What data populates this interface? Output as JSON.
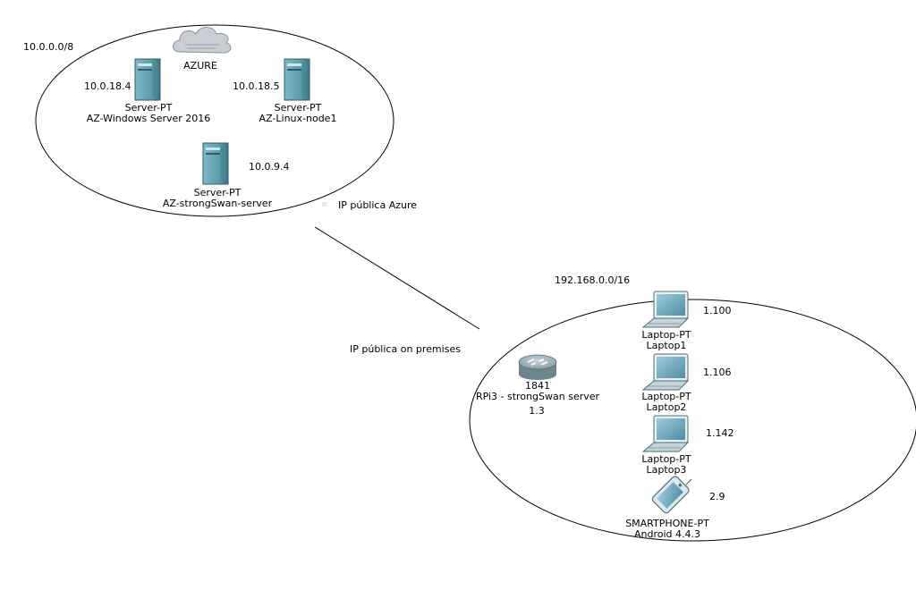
{
  "colors": {
    "background": "#ffffff",
    "outline": "#000000",
    "server_body": "#5f9fae",
    "server_dark": "#3d7684",
    "server_light": "#a9d2db",
    "laptop_screen": "#6fa9bd",
    "cloud": "#c9cdd4",
    "router": "#8fa4ad"
  },
  "icons": {
    "cloud": "cloud-icon",
    "server": "server-icon",
    "router": "router-icon",
    "laptop": "laptop-icon",
    "smartphone": "smartphone-icon"
  },
  "azure_network": {
    "subnet": "10.0.0.0/8",
    "cloud": {
      "name": "AZURE"
    },
    "servers": [
      {
        "ip": "10.0.18.4",
        "type": "Server-PT",
        "name": "AZ-Windows Server 2016"
      },
      {
        "ip": "10.0.18.5",
        "type": "Server-PT",
        "name": "AZ-Linux-node1"
      },
      {
        "ip": "10.0.9.4",
        "type": "Server-PT",
        "name": "AZ-strongSwan-server"
      }
    ]
  },
  "link": {
    "azure_end_label": "IP pública Azure",
    "onprem_end_label": "IP pública on premises"
  },
  "onprem_network": {
    "subnet": "192.168.0.0/16",
    "router": {
      "model": "1841",
      "name": "RPi3 - strongSwan server",
      "ip": "1.3"
    },
    "laptops": [
      {
        "ip": "1.100",
        "type": "Laptop-PT",
        "name": "Laptop1"
      },
      {
        "ip": "1.106",
        "type": "Laptop-PT",
        "name": "Laptop2"
      },
      {
        "ip": "1.142",
        "type": "Laptop-PT",
        "name": "Laptop3"
      }
    ],
    "smartphone": {
      "ip": "2.9",
      "type": "SMARTPHONE-PT",
      "name": "Android 4.4.3"
    }
  }
}
